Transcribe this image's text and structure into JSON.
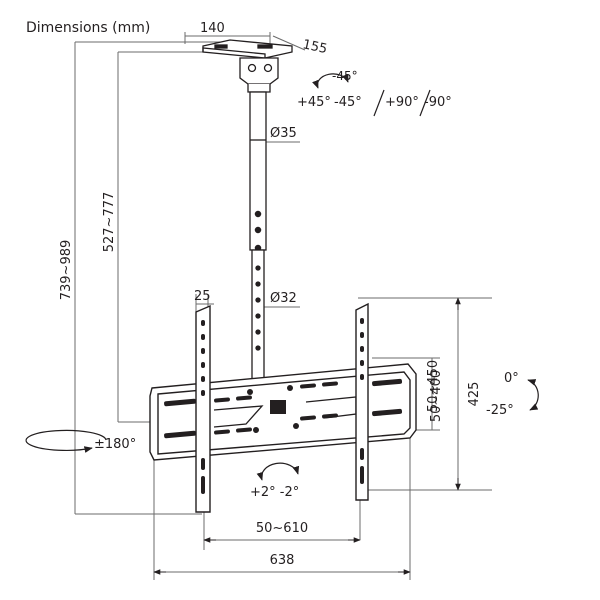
{
  "title": "Dimensions (mm)",
  "dimensions": {
    "top_plate_width": "140",
    "top_plate_depth": "155",
    "pole_top_diameter": "Ø35",
    "pole_bottom_diameter": "Ø32",
    "upper_pole_length": "527~777",
    "total_height": "739~989",
    "arm_width": "25",
    "vesa_horizontal": "50~610",
    "frame_width": "638",
    "frame_height": "425",
    "vesa_vertical": "50~400",
    "vesa_vertical_alt": "50~450"
  },
  "rotations": {
    "swivel_neg": "-45°",
    "swivel_pos": "+45°",
    "rotate_pos": "+90°",
    "rotate_neg": "-90°",
    "base_rotation": "±180°",
    "level_adjust": "+2° -2°",
    "tilt_top": "0°",
    "tilt_bottom": "-25°"
  },
  "colors": {
    "line": "#231f20",
    "dim": "#5a5a5a",
    "bg": "#ffffff"
  }
}
